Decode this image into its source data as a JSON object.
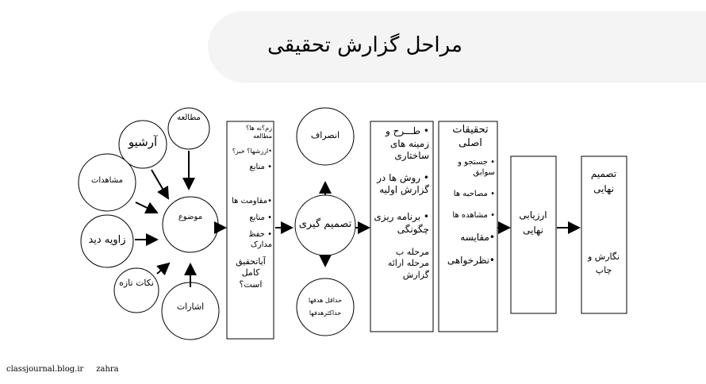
{
  "title": "مراحل گزارش تحقیقی",
  "inputs": {
    "study": "مطالعه",
    "archive": "آرشیو",
    "observations": "مشاهدات",
    "viewpoint": "زاویه دید",
    "fresh_points": "نکات تازه",
    "hints": "اشارات"
  },
  "topic": "موضوع",
  "box1": [
    "زم؟نه ها؟ مطالعه",
    "•ارزشها؟ خبر؟",
    "• منابع",
    "•مقاومت ها",
    "• منابع",
    "• حفظ مدارک",
    "آیاتحقیق کامل است؟"
  ],
  "decision": {
    "center": "تصمیم گیری",
    "top": "انصراف",
    "bottom_1": "حداقل هدفها",
    "bottom_2": "حداکثرهدفها"
  },
  "box2": [
    "• طـــرح و زمینه های ساختاری",
    "• روش ها در گزارش اولیه",
    "• برنامه ریزی چگونگی",
    "مرحله ب مرحله ارائه گزارش"
  ],
  "box3": {
    "heading": "تحقیقات اصلی",
    "items": [
      "• جستجو و سوابق",
      "• مصاحبه ها",
      "• مشاهده ها",
      "•مقایسه",
      "•نظرخواهی"
    ]
  },
  "box4": "ارزیابی نهایی",
  "box5": {
    "line1": "تصمیم نهایی",
    "line2": "نگارش و چاپ"
  },
  "footer": {
    "site": "classjournal.blog.ir",
    "author": "zahra"
  }
}
